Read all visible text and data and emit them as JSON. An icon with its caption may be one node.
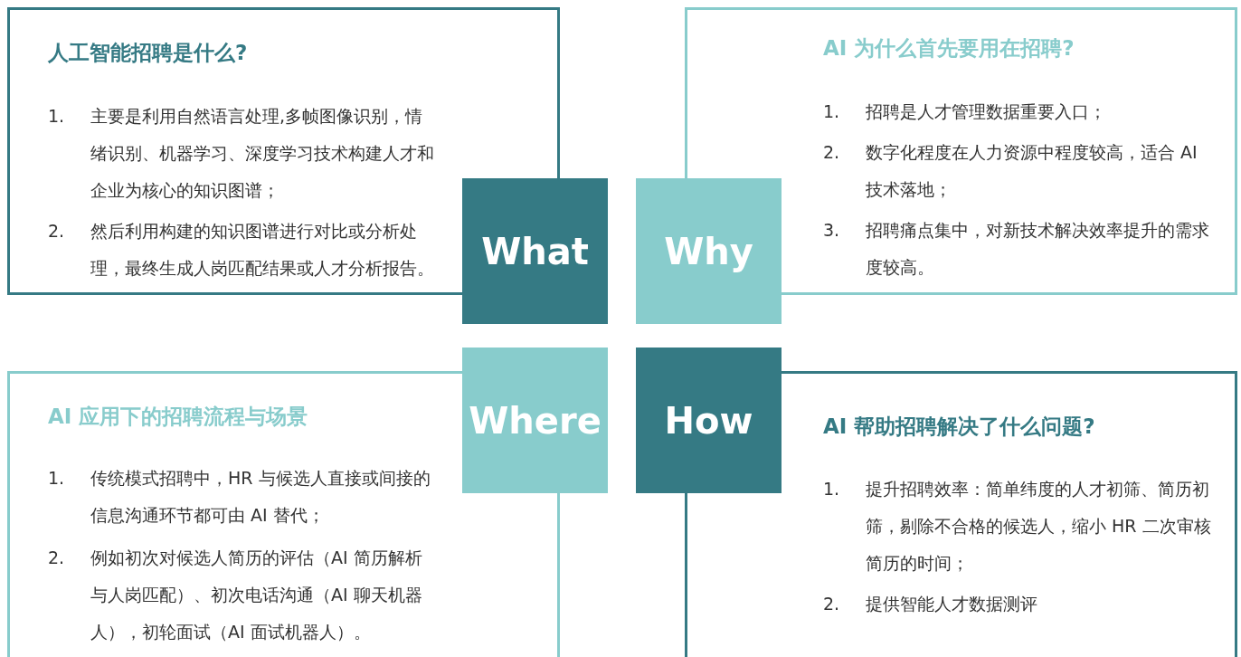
{
  "diagram": {
    "nodes": [
      {
        "text": [
          "人工智能招聘是什么?",
          "1. 主要是利用自然语言处理,多帧图像识别，情绪识别、机器学习、深度学习技术构建人才和企业为核心的知识图谱；",
          "2. 然后利用构建的知识图谱进行对比或分析处理，最终生成人岗匹配结果或人才分析报告。"
        ]
      },
      {
        "text": [
          "AI 为什么首先要用在招聘?",
          "1. 招聘是人才管理数据重要入口；",
          "2. 数字化程度在人力资源中程度较高，适合 AI 技术落地；",
          "3. 招聘痛点集中，对新技术解决效率提升的需求度较高。"
        ]
      },
      {
        "text": [
          "AI 应用下的招聘流程与场景",
          "1. 传统模式招聘中，HR 与候选人直接或间接的信息沟通环节都可由 AI 替代；",
          "2. 例如初次对候选人简历的评估（AI 简历解析与人岗匹配）、初次电话沟通（AI 聊天机器人），初轮面试（AI 面试机器人）。"
        ]
      },
      {
        "text": [
          "AI 帮助招聘解决了什么问题?",
          "1. 提升招聘效率：简单纬度的人才初筛、简历初筛，剔除不合格的候选人，缩小 HR 二次审核简历的时间；",
          "2. 提供智能人才数据测评"
        ]
      },
      {
        "text": [
          "What"
        ]
      },
      {
        "text": [
          "Why"
        ]
      },
      {
        "text": [
          "Where"
        ]
      },
      {
        "text": [
          "How"
        ]
      }
    ],
    "edges": []
  }
}
